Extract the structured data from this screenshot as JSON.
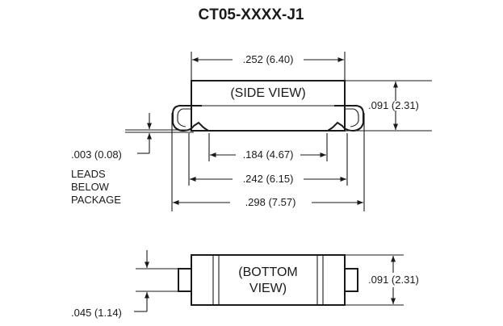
{
  "title": "CT05-XXXX-J1",
  "side_view": {
    "label": "(SIDE VIEW)",
    "dim_top_width": ".252 (6.40)",
    "dim_height": ".091 (2.31)",
    "dim_inner": ".184 (4.67)",
    "dim_mid": ".242 (6.15)",
    "dim_overall": ".298  (7.57)",
    "dim_lead_offset": ".003 (0.08)",
    "note_lines": [
      "LEADS",
      "BELOW",
      "PACKAGE"
    ]
  },
  "bottom_view": {
    "label_lines": [
      "(BOTTOM",
      "VIEW)"
    ],
    "dim_height": ".091 (2.31)",
    "dim_pad": ".045 (1.14)"
  }
}
